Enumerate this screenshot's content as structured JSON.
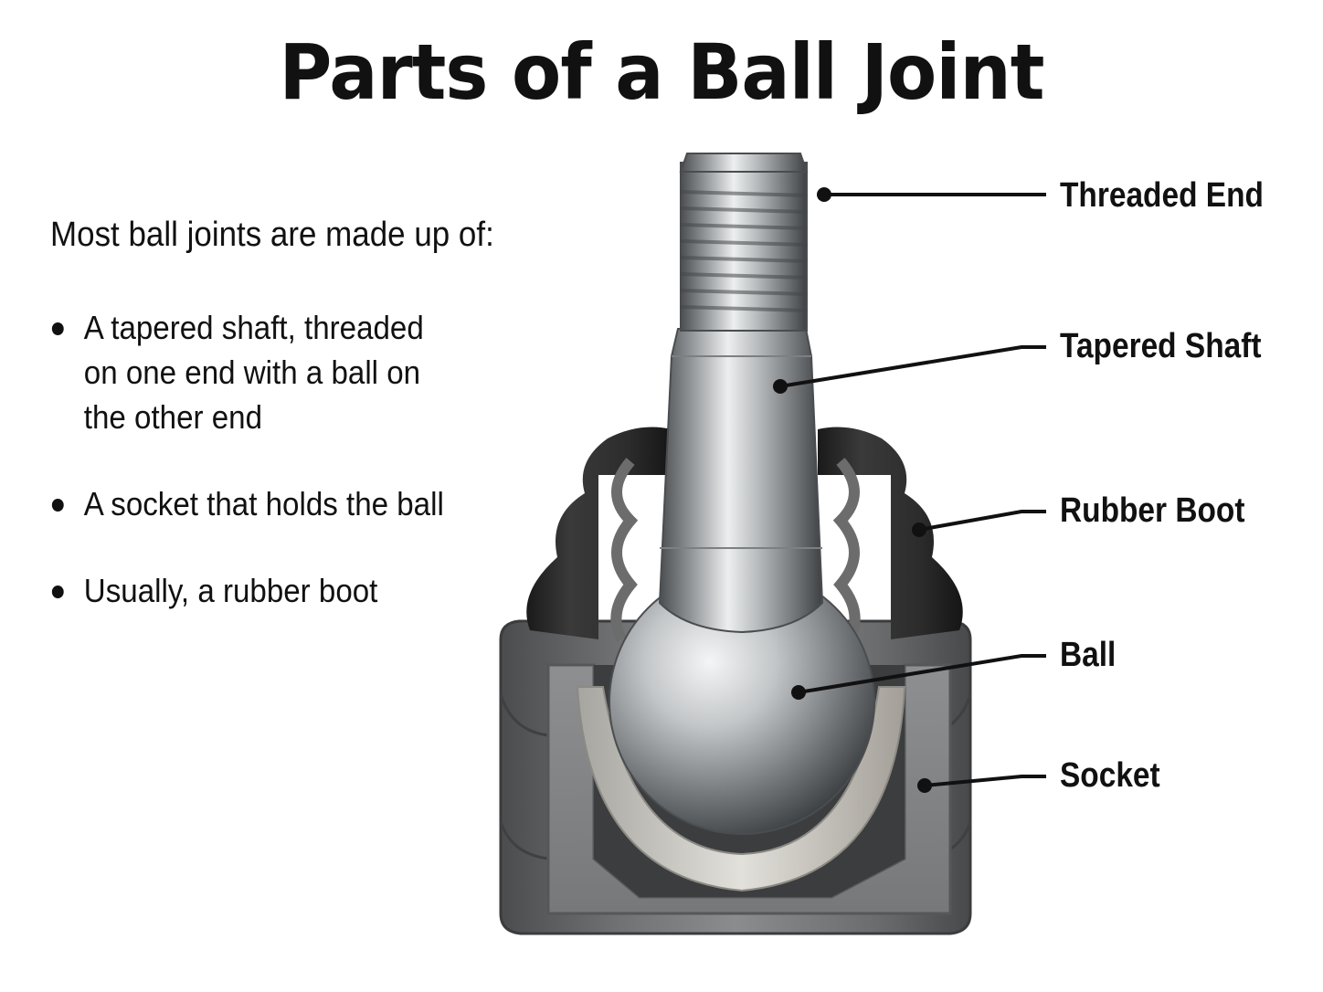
{
  "title": "Parts of a Ball Joint",
  "intro": "Most ball joints are made up of:",
  "bullets": [
    "A tapered shaft, threaded\non one end with a ball on\nthe other end",
    "A socket that holds the ball",
    "Usually, a rubber boot"
  ],
  "callouts": [
    {
      "label": "Threaded End",
      "icon": "dot-leader"
    },
    {
      "label": "Tapered Shaft",
      "icon": "dot-leader"
    },
    {
      "label": "Rubber Boot",
      "icon": "dot-leader"
    },
    {
      "label": "Ball",
      "icon": "dot-leader"
    },
    {
      "label": "Socket",
      "icon": "dot-leader"
    }
  ],
  "colors": {
    "text": "#111111",
    "metal_light": "#d9dadb",
    "metal_dark": "#5e6164",
    "rubber": "#222222",
    "socket_cast": "#6d6f70"
  }
}
